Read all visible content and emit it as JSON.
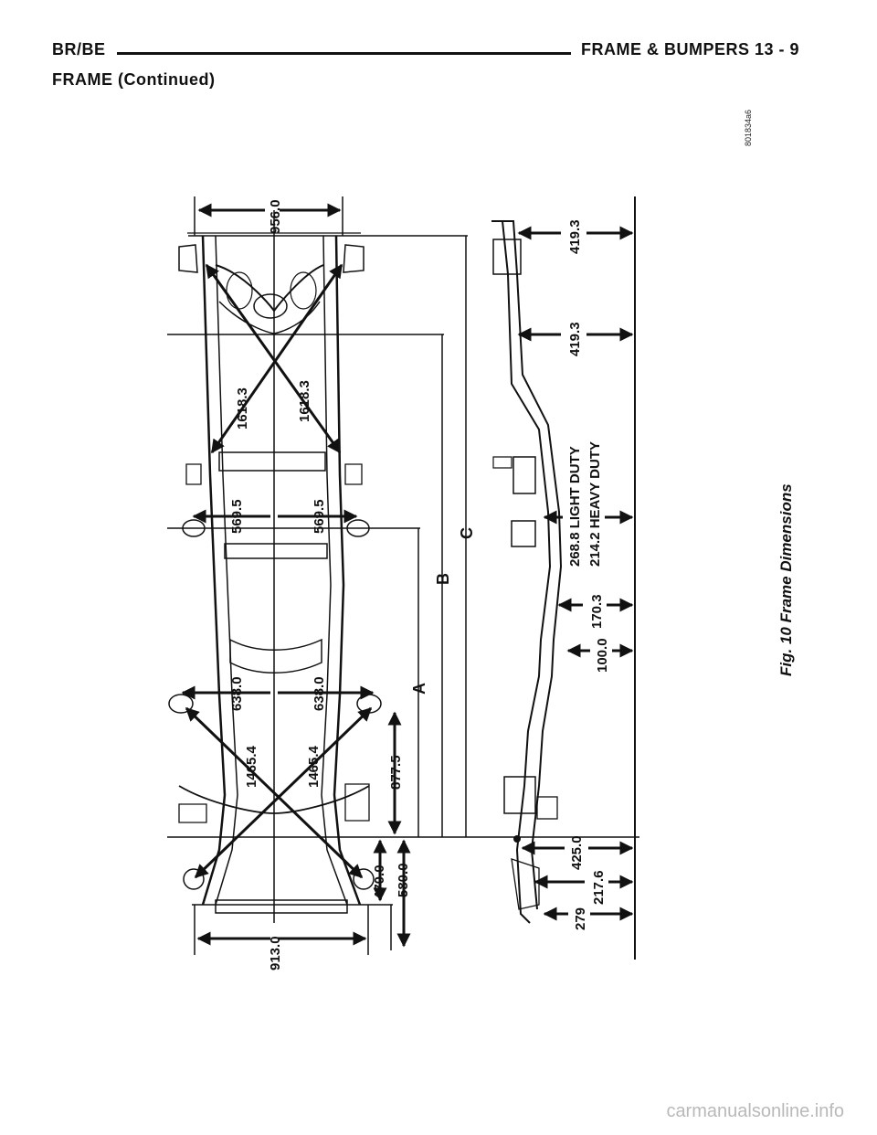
{
  "header": {
    "model": "BR/BE",
    "section": "FRAME & BUMPERS",
    "page": "13 - 9"
  },
  "subheading": "FRAME (Continued)",
  "figure": {
    "ref_code": "801834a6",
    "caption": "Fig. 10 Frame Dimensions",
    "plan_dimensions": {
      "width_top": "956.0",
      "diag_rear_1": "1618.3",
      "diag_rear_2": "1618.3",
      "half_width_mid_1": "569.5",
      "half_width_mid_2": "569.5",
      "half_width_front_1": "638.0",
      "half_width_front_2": "638.0",
      "diag_front_1": "1465.4",
      "diag_front_2": "1465.4",
      "dim_877": "877.5",
      "dim_470": "470.0",
      "dim_580": "580.0",
      "width_bottom": "913.0"
    },
    "reference_lines": {
      "a": "A",
      "b": "B",
      "c": "C"
    },
    "side_dimensions": {
      "rear_top": "419.3",
      "rear_second": "419.3",
      "kick_light": "268.8 LIGHT DUTY",
      "kick_heavy": "214.2 HEAVY DUTY",
      "dim_170": "170.3",
      "dim_100": "100.0",
      "dim_425": "425.0",
      "dim_217": "217.6",
      "dim_279": "279"
    }
  },
  "watermark": "carmanualsonline.info"
}
